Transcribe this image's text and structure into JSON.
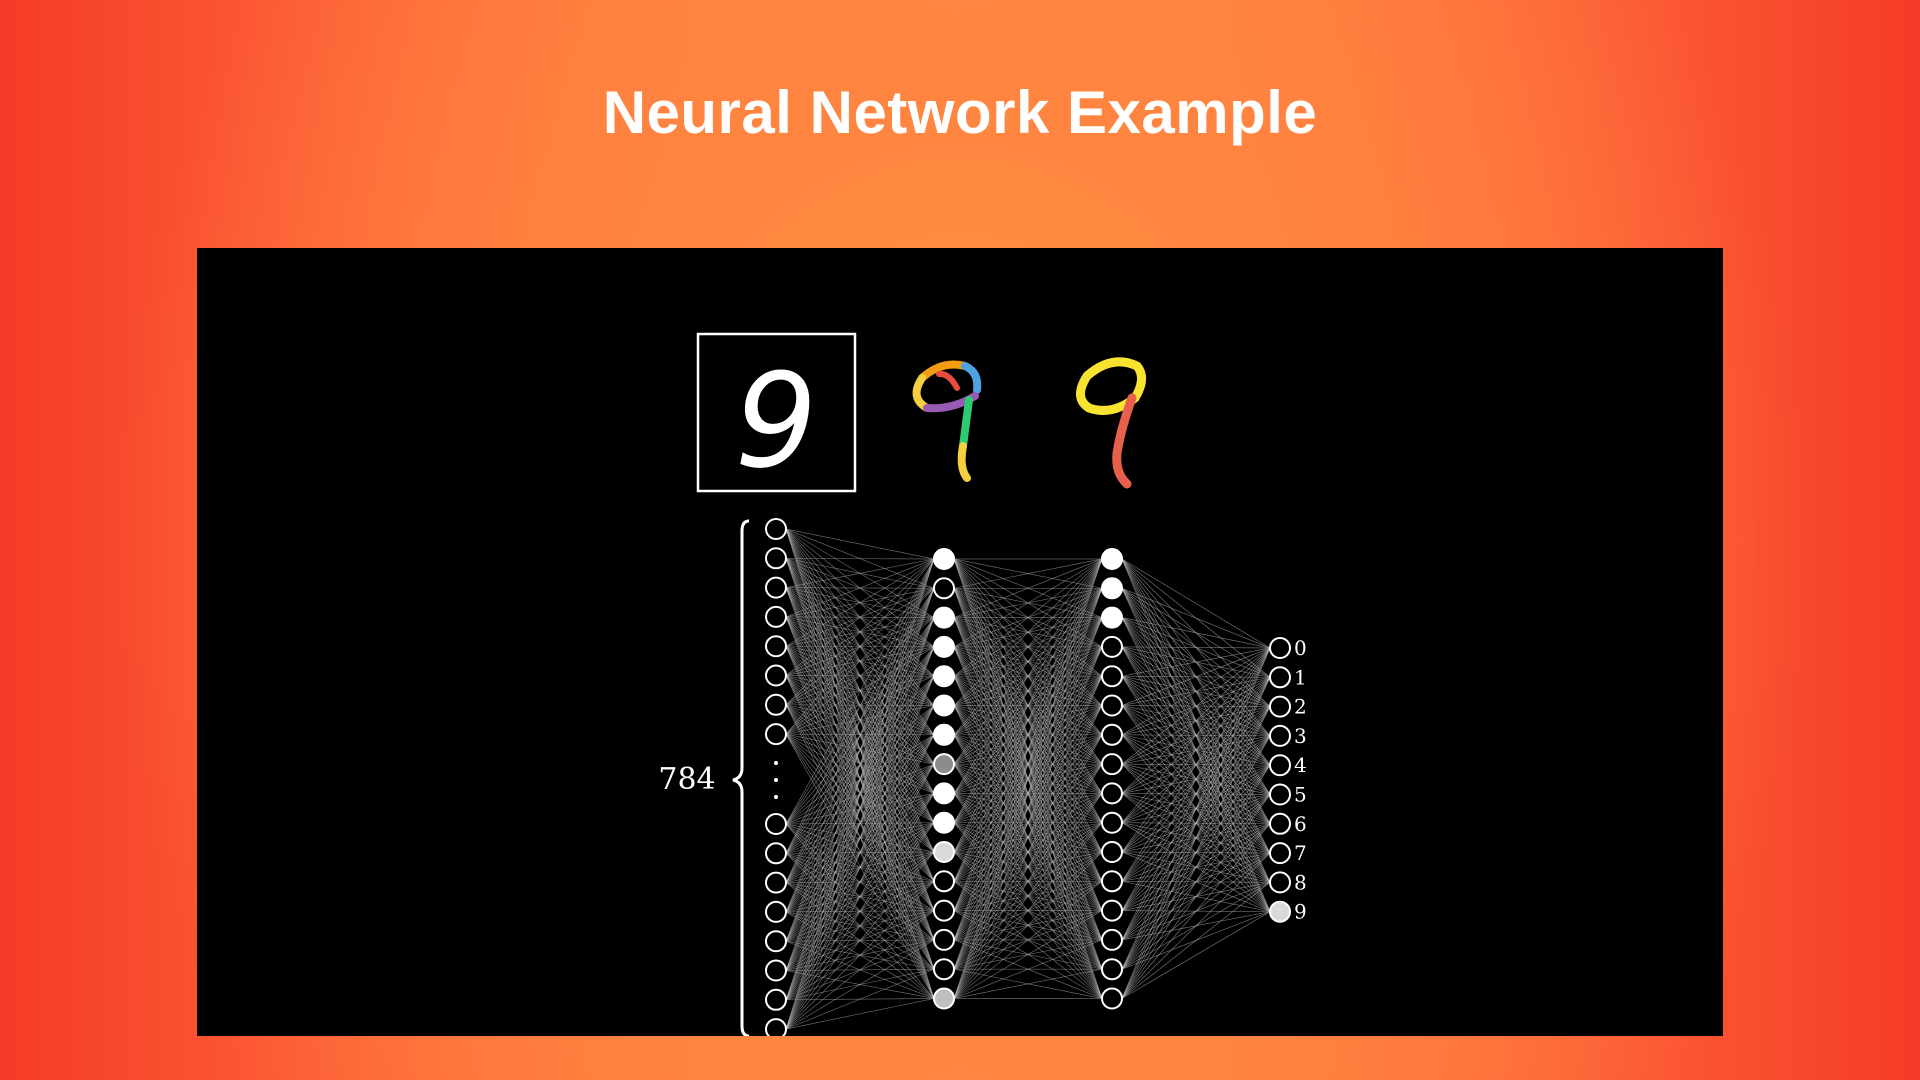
{
  "slide": {
    "title": "Neural Network Example"
  },
  "diagram": {
    "input_count_label": "784",
    "input_digit": "9",
    "output_labels": [
      "0",
      "1",
      "2",
      "3",
      "4",
      "5",
      "6",
      "7",
      "8",
      "9"
    ],
    "layers": {
      "input": {
        "top_nodes": 8,
        "bottom_nodes": 8,
        "activations_top": [
          0,
          0,
          0,
          0,
          0,
          0,
          0,
          0
        ],
        "activations_bottom": [
          0,
          0,
          0,
          0,
          0,
          0,
          0,
          0
        ]
      },
      "hidden1": {
        "activations": [
          1,
          0,
          1,
          1,
          1,
          1,
          1,
          0.55,
          1,
          1,
          0.85,
          0,
          0,
          0,
          0,
          0.75
        ]
      },
      "hidden2": {
        "activations": [
          1,
          1,
          1,
          0,
          0,
          0,
          0,
          0,
          0,
          0,
          0,
          0,
          0,
          0,
          0,
          0
        ]
      },
      "output": {
        "activations": [
          0,
          0,
          0,
          0,
          0,
          0,
          0,
          0,
          0,
          0.85
        ]
      }
    },
    "colors": {
      "edge": "#b8b8b8",
      "node_stroke": "#ffffff",
      "digit_stroke": "#ffffff",
      "digit_segment_colors": [
        "#f4d03f",
        "#4fa3e0",
        "#e74c3c",
        "#9b59b6",
        "#f39c12",
        "#2ecc71"
      ],
      "digit_yellow": "#f7e330",
      "digit_red": "#e8604c"
    }
  }
}
